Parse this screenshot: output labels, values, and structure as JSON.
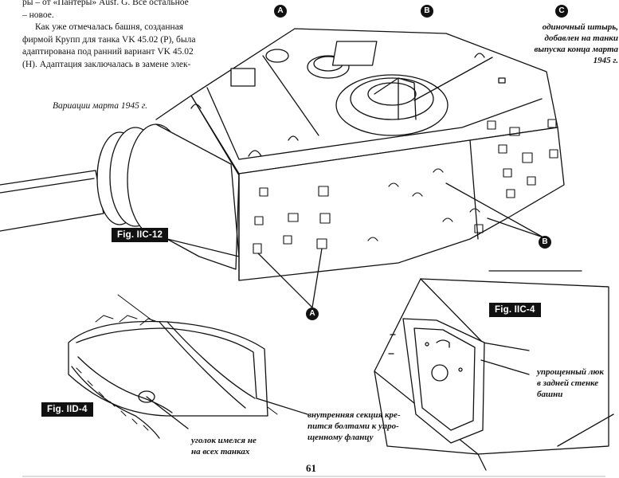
{
  "text": {
    "para_lines": [
      "ры – от «Пантеры» Ausf. G. Все остальное",
      "– новое.",
      "Как уже отмечалась башня, созданная",
      "фирмой Крупп для танка VK 45.02 (P), была",
      "адаптирована под ранний вариант VK 45.02",
      "(H). Адаптация заключалась в замене элек-"
    ]
  },
  "captions": {
    "variations": "Вариации марта 1945 г.",
    "pin_lines": [
      "одиночный штырь,",
      "добавлен на танки",
      "выпуска конца марта",
      "1945 г."
    ],
    "inner_section_lines": [
      "внутренняя секция кре-",
      "пится болтами к упро-",
      "щенному фланцу"
    ],
    "angle_lines": [
      "уголок имелся не",
      "на всех танках"
    ],
    "hatch_lines": [
      "упрощенный люк",
      "в задней стенке",
      "башни"
    ]
  },
  "figures": {
    "iic12": "Fig. IIC-12",
    "iic4": "Fig. IIC-4",
    "iid4": "Fig. IID-4"
  },
  "markers": {
    "a": "A",
    "b": "B",
    "c": "C"
  },
  "page_number": "61"
}
